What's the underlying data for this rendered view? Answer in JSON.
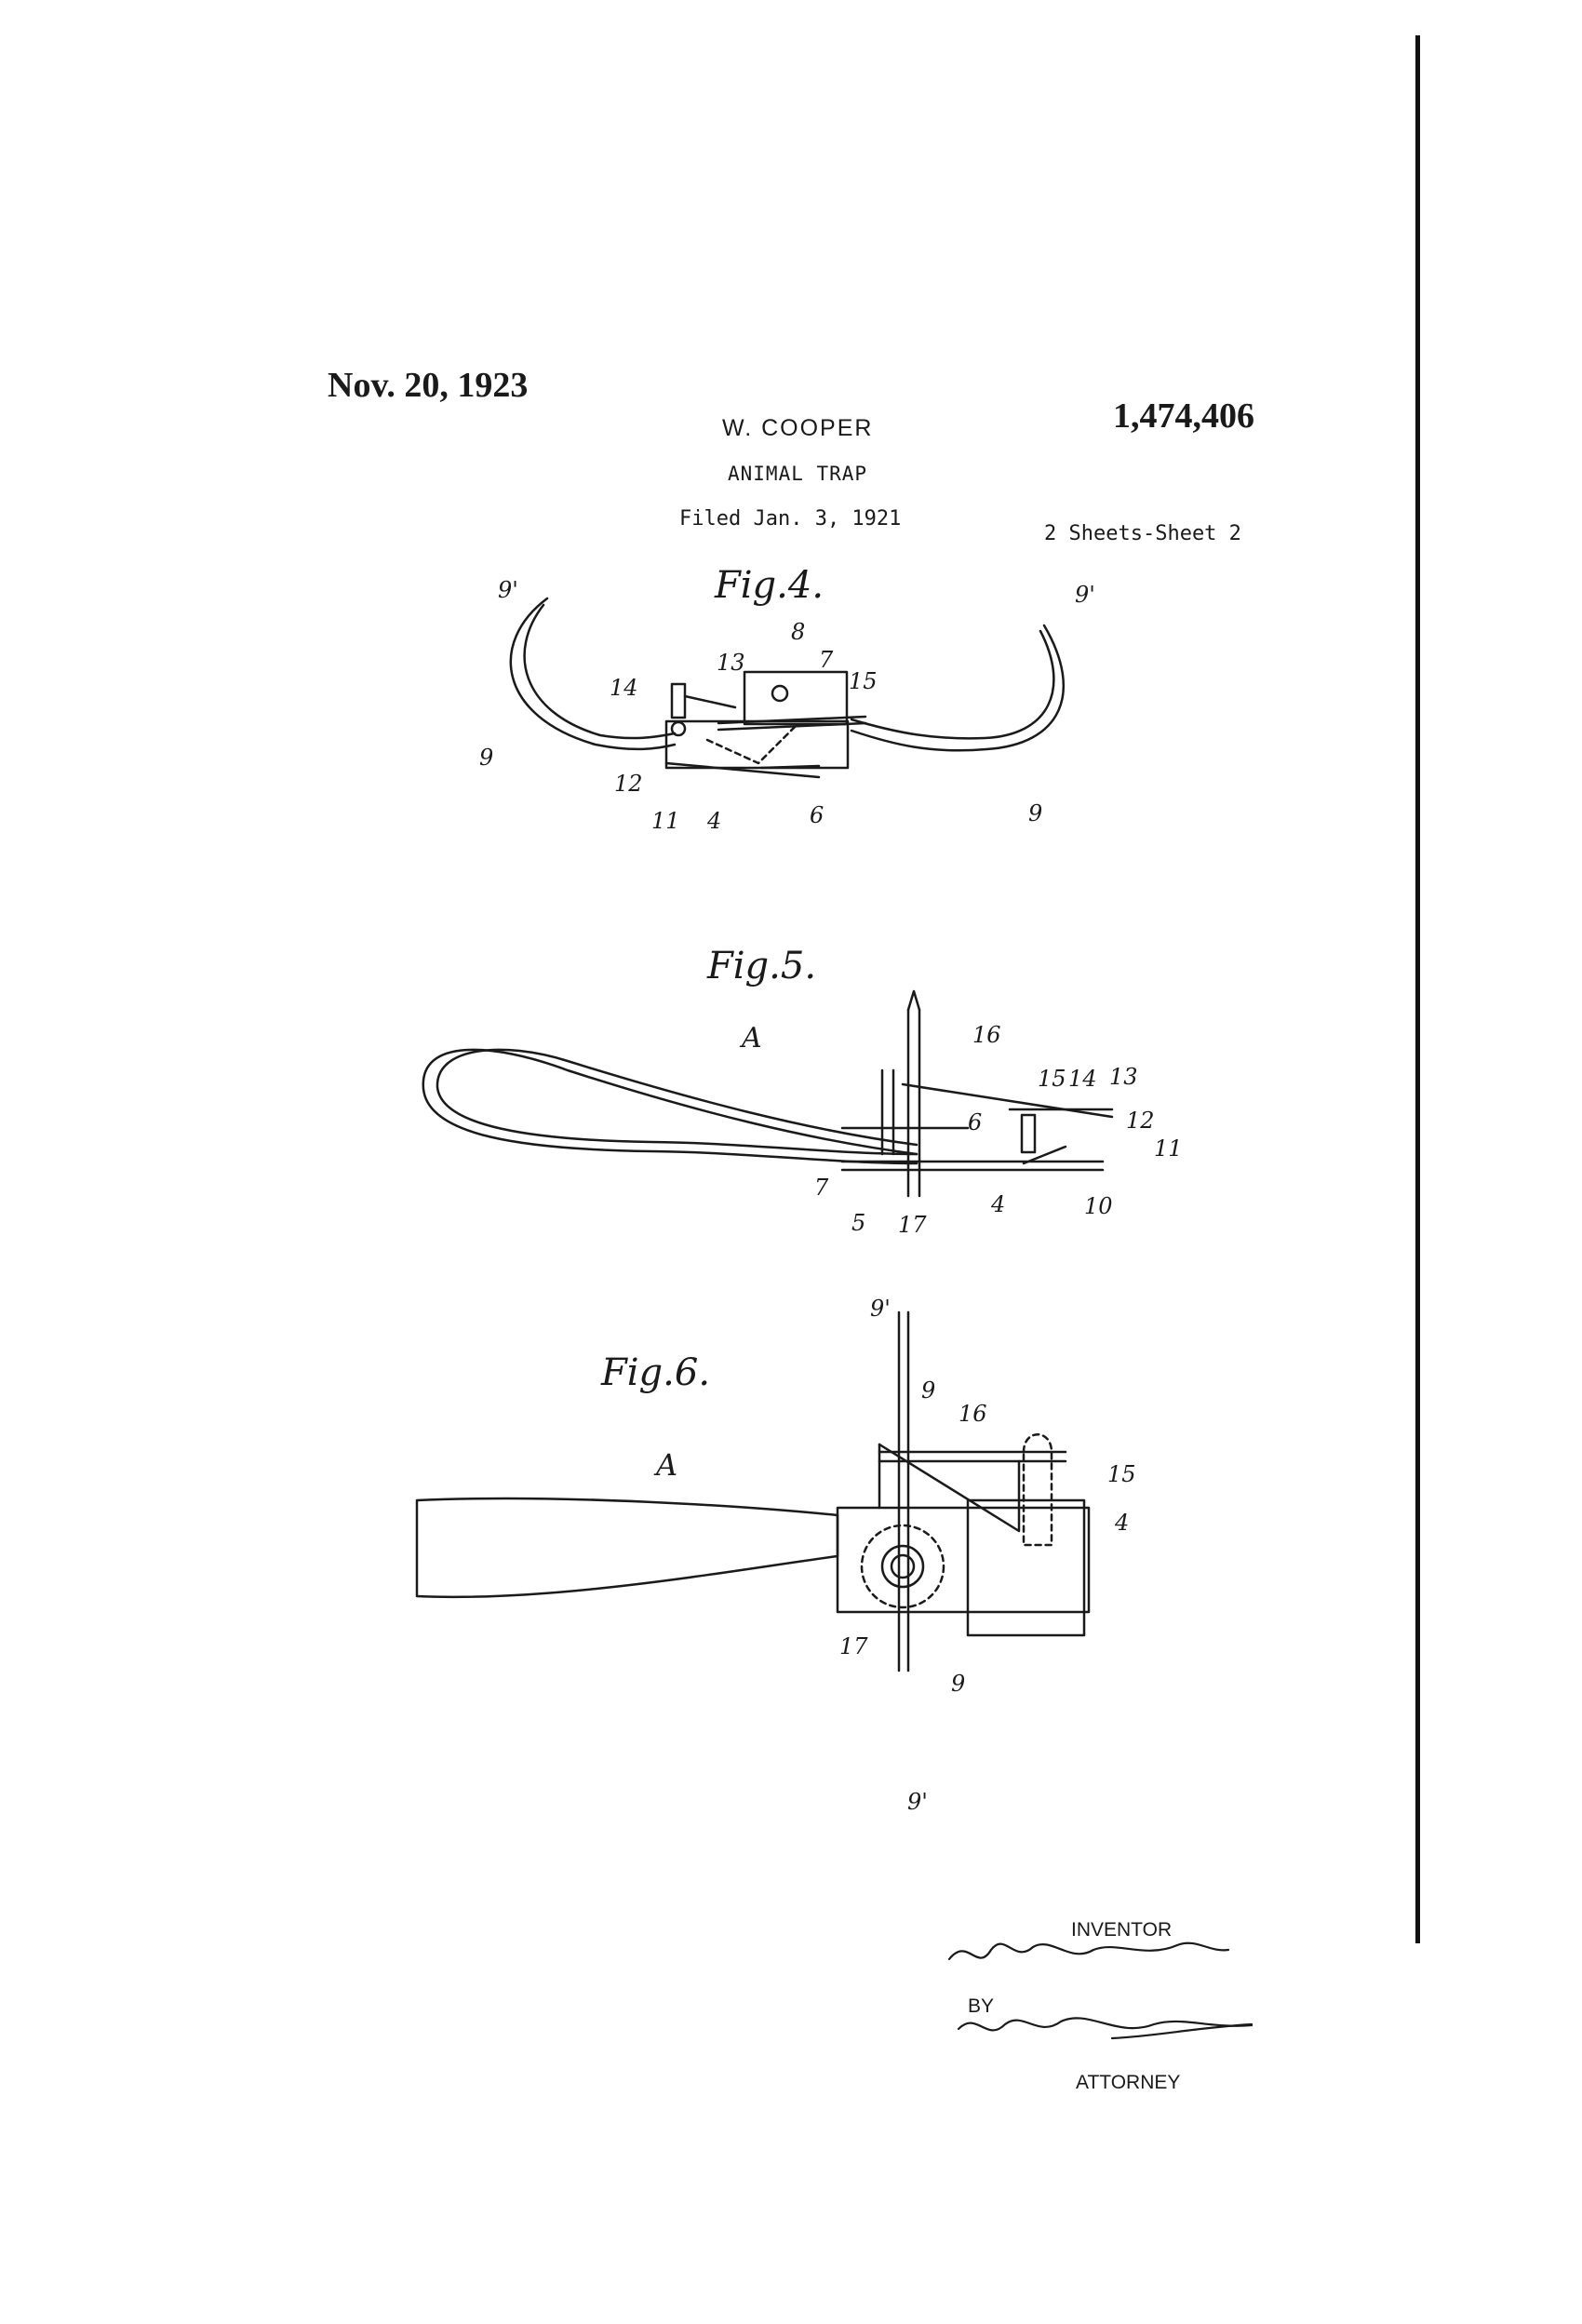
{
  "header": {
    "date": "Nov. 20, 1923",
    "patent_number": "1,474,406",
    "inventor_name": "W. COOPER",
    "title": "ANIMAL TRAP",
    "filed": "Filed Jan. 3, 1921",
    "sheets": "2 Sheets-Sheet 2"
  },
  "figures": {
    "fig4": {
      "label": "Fig.4.",
      "refs": [
        "9'",
        "9'",
        "8",
        "13",
        "7",
        "14",
        "15",
        "9",
        "12",
        "11",
        "4",
        "6",
        "9"
      ]
    },
    "fig5": {
      "label": "Fig.5.",
      "refs": [
        "A",
        "16",
        "15",
        "14",
        "13",
        "6",
        "12",
        "11",
        "7",
        "5",
        "17",
        "4",
        "10"
      ]
    },
    "fig6": {
      "label": "Fig.6.",
      "refs": [
        "9'",
        "9",
        "16",
        "15",
        "A",
        "4",
        "17",
        "9",
        "9'"
      ]
    }
  },
  "signature": {
    "inventor_label": "INVENTOR",
    "by_label": "BY",
    "attorney_label": "ATTORNEY"
  }
}
